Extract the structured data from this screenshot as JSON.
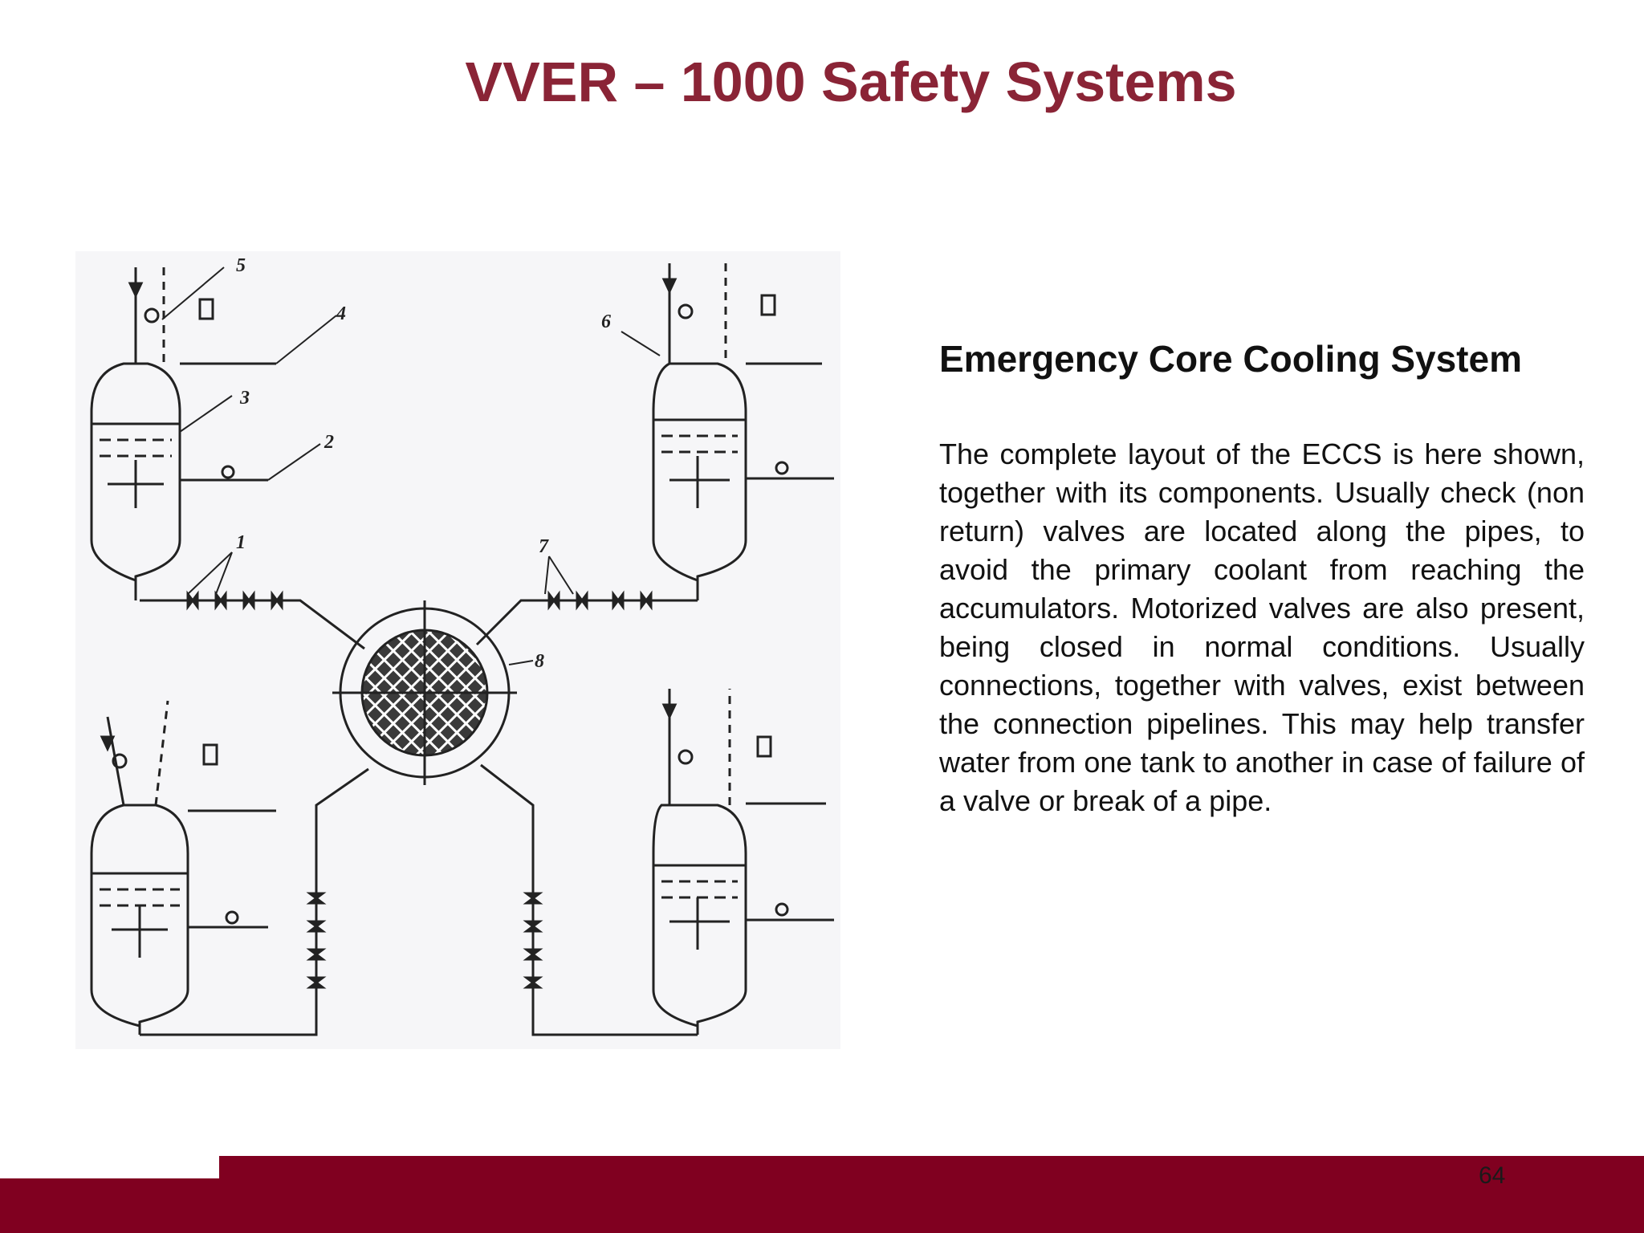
{
  "slide": {
    "title": "VVER – 1000 Safety Systems",
    "section_heading": "Emergency Core Cooling System",
    "body": "The complete layout of the ECCS is here shown, together with its components. Usually check (non return) valves are located along the pipes, to avoid the primary coolant from reaching the accumulators. Motorized valves are also present, being closed in normal conditions. Usually connections, together with valves, exist between the connection pipelines. This may help transfer water from one tank to another in case of failure of a valve or break of a pipe.",
    "page_number": "64"
  },
  "diagram": {
    "labels": [
      "1",
      "2",
      "3",
      "4",
      "5",
      "6",
      "7",
      "8"
    ]
  },
  "colors": {
    "title": "#8a2436",
    "footer": "#800020"
  }
}
